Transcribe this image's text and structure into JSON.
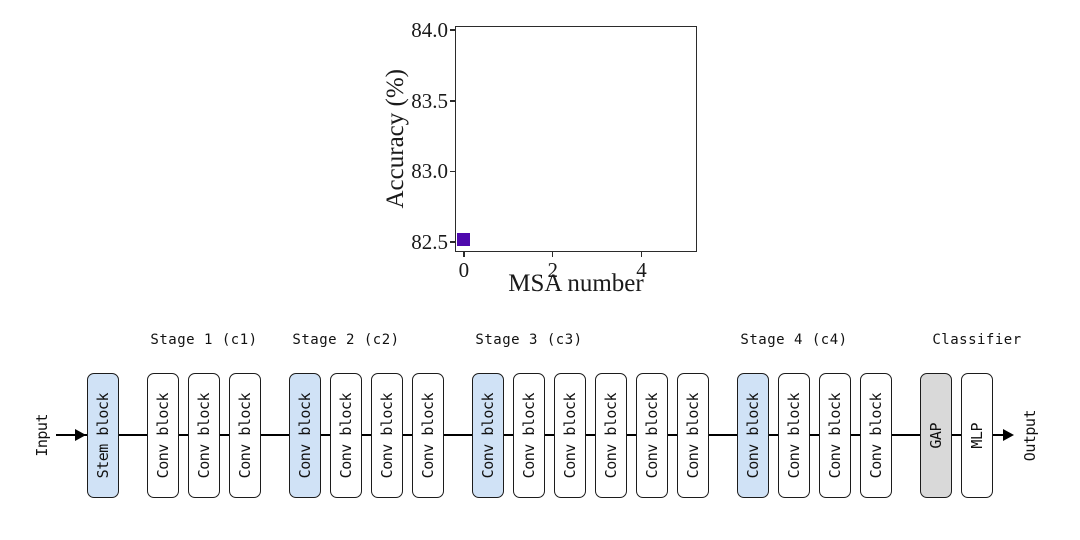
{
  "chart_data": {
    "type": "scatter",
    "title": "",
    "xlabel": "MSA number",
    "ylabel": "Accuracy (%)",
    "xlim": [
      -0.2,
      5.25
    ],
    "ylim": [
      82.43,
      84.03
    ],
    "xtick_labels": [
      "0",
      "2",
      "4"
    ],
    "ytick_labels": [
      "82.5",
      "83.0",
      "83.5",
      "84.0"
    ],
    "grid": false,
    "legend": "none",
    "series": [
      {
        "marker": "square",
        "color": "#4e09ad",
        "points": [
          {
            "x": 0,
            "y": 82.52
          }
        ]
      }
    ]
  },
  "diagram": {
    "input_label": "Input",
    "output_label": "Output",
    "colors": {
      "highlight": "#d0e2f6",
      "gray": "#d9d9d9",
      "white": "#ffffff",
      "border": "#1c1c1c"
    },
    "groups": [
      {
        "id": "stem",
        "label": "",
        "blocks": [
          {
            "text": "Stem block",
            "fill": "highlight"
          }
        ]
      },
      {
        "id": "stage-1",
        "label": "Stage 1 (c1)",
        "blocks": [
          {
            "text": "Conv block",
            "fill": "white"
          },
          {
            "text": "Conv block",
            "fill": "white"
          },
          {
            "text": "Conv block",
            "fill": "white"
          }
        ]
      },
      {
        "id": "stage-2",
        "label": "Stage 2 (c2)",
        "blocks": [
          {
            "text": "Conv block",
            "fill": "highlight"
          },
          {
            "text": "Conv block",
            "fill": "white"
          },
          {
            "text": "Conv block",
            "fill": "white"
          },
          {
            "text": "Conv block",
            "fill": "white"
          }
        ]
      },
      {
        "id": "stage-3",
        "label": "Stage 3 (c3)",
        "blocks": [
          {
            "text": "Conv block",
            "fill": "highlight"
          },
          {
            "text": "Conv block",
            "fill": "white"
          },
          {
            "text": "Conv block",
            "fill": "white"
          },
          {
            "text": "Conv block",
            "fill": "white"
          },
          {
            "text": "Conv block",
            "fill": "white"
          },
          {
            "text": "Conv block",
            "fill": "white"
          }
        ]
      },
      {
        "id": "stage-4",
        "label": "Stage 4 (c4)",
        "blocks": [
          {
            "text": "Conv block",
            "fill": "highlight"
          },
          {
            "text": "Conv block",
            "fill": "white"
          },
          {
            "text": "Conv block",
            "fill": "white"
          },
          {
            "text": "Conv block",
            "fill": "white"
          }
        ]
      },
      {
        "id": "classifier",
        "label": "Classifier",
        "blocks": [
          {
            "text": "GAP",
            "fill": "gray"
          },
          {
            "text": "MLP",
            "fill": "white"
          }
        ]
      }
    ]
  }
}
